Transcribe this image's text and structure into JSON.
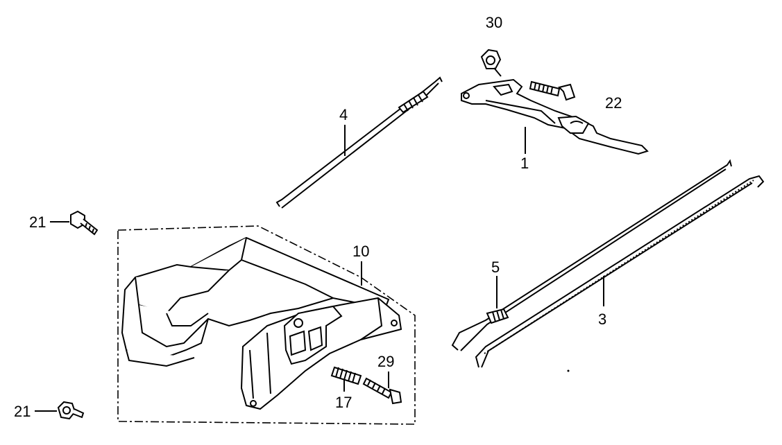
{
  "diagram": {
    "type": "exploded parts diagram",
    "part_labels": {
      "p30": "30",
      "p22": "22",
      "p1": "1",
      "p4": "4",
      "p21_top": "21",
      "p21_bottom": "21",
      "p10": "10",
      "p5": "5",
      "p3": "3",
      "p29": "29",
      "p17": "17"
    },
    "colors": {
      "ink": "#000000",
      "paper": "#ffffff"
    }
  }
}
